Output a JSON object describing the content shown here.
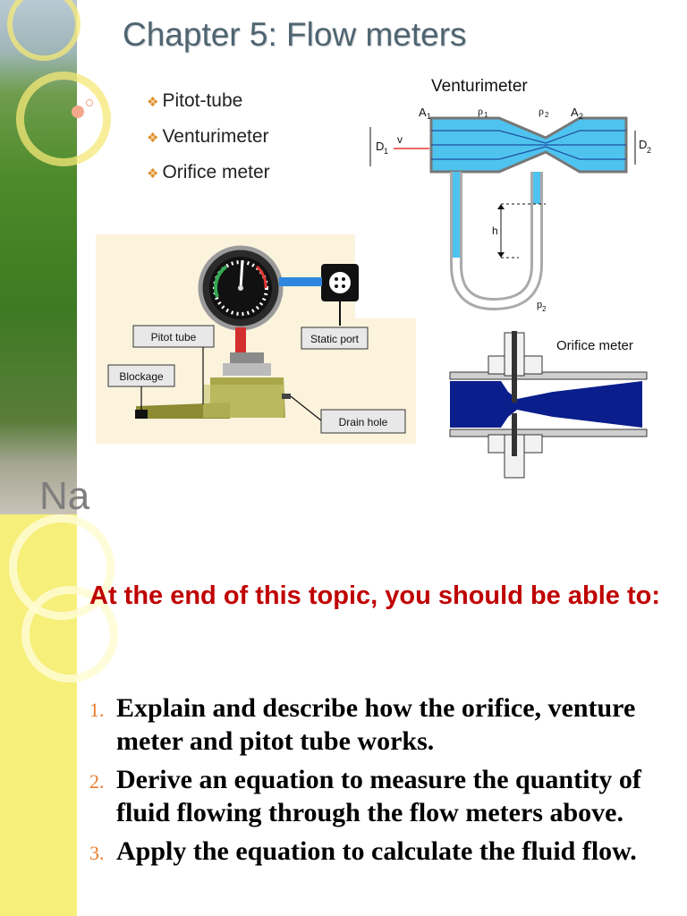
{
  "slide1": {
    "title": "Chapter 5: Flow meters",
    "bullets": [
      "Pitot-tube",
      "Venturimeter",
      "Orifice meter"
    ],
    "bullet_glyph": "❖",
    "venturi_label": "Venturimeter",
    "orifice_label": "Orifice meter",
    "partial_text": "Na",
    "pitot_diagram": {
      "labels": {
        "pitot": "Pitot tube",
        "static": "Static port",
        "blockage": "Blockage",
        "drain": "Drain hole"
      },
      "icons": [
        "airspeed-gauge-icon"
      ]
    },
    "venturi_diagram": {
      "labels": {
        "a1": "A",
        "a1_sub": "1",
        "a2": "A",
        "a2_sub": "2",
        "rho1": "ρ",
        "rho1_sub": "1",
        "rho2": "ρ",
        "rho2_sub": "2",
        "d1": "D",
        "d1_sub": "1",
        "d2": "D",
        "d2_sub": "2",
        "v": "v",
        "h": "h",
        "p2": "p",
        "p2_sub": "2"
      }
    }
  },
  "slide2": {
    "heading": "At the end of this topic, you should be able to:",
    "objectives": [
      {
        "num": "1.",
        "text": "Explain and describe how the orifice, venture meter and pitot tube works."
      },
      {
        "num": "2.",
        "text": "Derive an equation to measure the quantity of fluid flowing through the flow meters above."
      },
      {
        "num": "3.",
        "text": "Apply the equation to calculate the fluid flow."
      }
    ]
  },
  "colors": {
    "title": "#4f6470",
    "heading": "#c00000",
    "number": "#e87a29",
    "diamond": "#e0902a",
    "strip2": "#f6ef7a",
    "venturi_fluid": "#4fc3ef",
    "orifice_fluid": "#0a1e8c"
  }
}
